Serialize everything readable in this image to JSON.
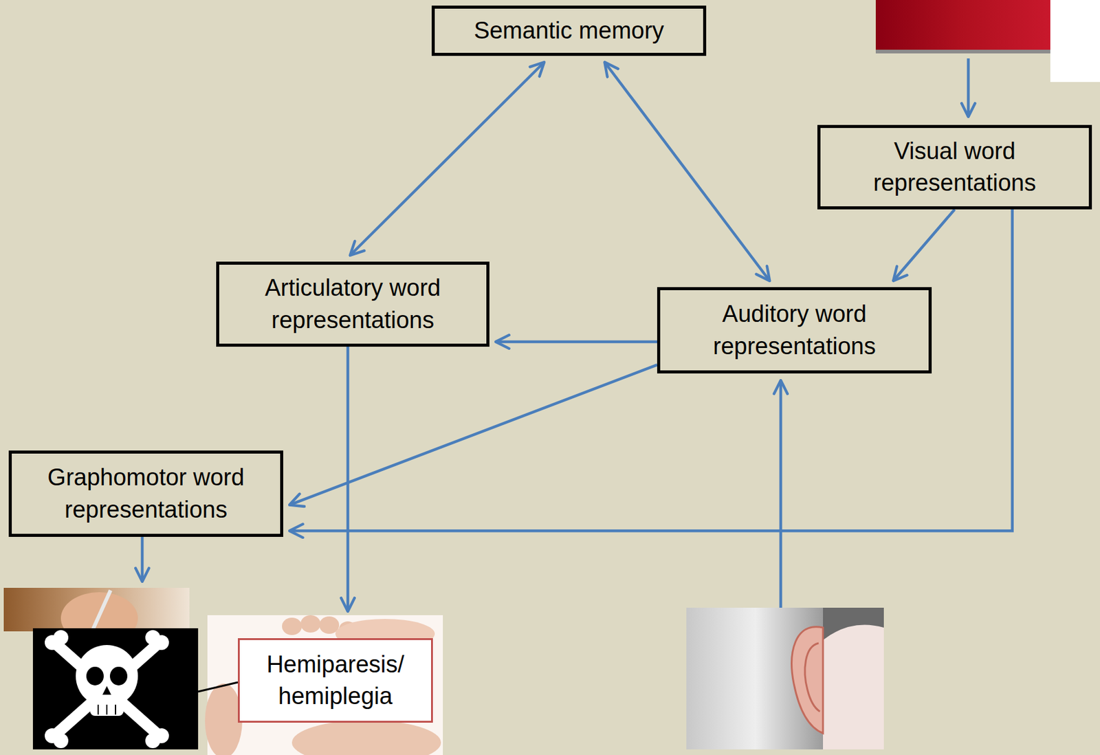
{
  "diagram": {
    "nodes": [
      {
        "text": [
          "Semantic memory"
        ]
      },
      {
        "text": [
          "Visual word representations"
        ]
      },
      {
        "text": [
          "Articulatory word representations"
        ]
      },
      {
        "text": [
          "Auditory word representations"
        ]
      },
      {
        "text": [
          "Graphomotor word representations"
        ]
      },
      {
        "text": [
          "Hemiparesis/ hemiplegia"
        ]
      }
    ],
    "edges": [
      {
        "from": 0,
        "to": 2,
        "arrow": "both"
      },
      {
        "from": 0,
        "to": 3,
        "arrow": "both"
      },
      {
        "from": 1,
        "to": 3,
        "arrow": "to"
      },
      {
        "from": 1,
        "to": 4,
        "arrow": "to"
      },
      {
        "from": 3,
        "to": 2,
        "arrow": "to"
      },
      {
        "from": 3,
        "to": 4,
        "arrow": "to"
      }
    ]
  }
}
